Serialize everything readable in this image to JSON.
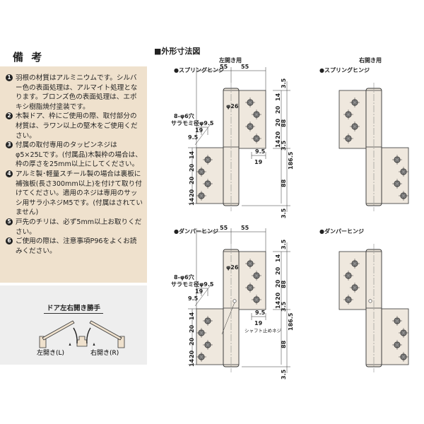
{
  "notes": {
    "title": "備 考",
    "items": [
      {
        "num": "1",
        "text": "羽根の材質はアルミニウムです。シルバー色の表面処理は、アルマイト処理となります。ブロンズ色の表面処理は、エポキシ樹脂焼付塗装です。"
      },
      {
        "num": "2",
        "text": "木製ドア、枠にご使用の際、取付部分の材質は、ラワン以上の堅木をご使用ください。"
      },
      {
        "num": "3",
        "text": "付属の取付専用のタッピンネジはφ5×25Lです。(付属品)木製枠の場合は、枠の厚さを25mm以上にしてください。"
      },
      {
        "num": "4",
        "text": "アルミ製･軽量スチール製の場合は裏板に補強板(長さ300mm以上)を付けて取り付けてください。適用のネジは専用のサッシ用サラ小ネジM5です。(付属はされていません)"
      },
      {
        "num": "5",
        "text": "戸先のチリは、必ず5mm以上お取りください。"
      },
      {
        "num": "6",
        "text": "ご使用の際は、注意事項P96をよくお読みください。"
      }
    ]
  },
  "door_hand": {
    "title": "ドア左右開き勝手",
    "left_label": "左開き(L)",
    "right_label": "右開き(R)",
    "fill_color": "#efe1cd"
  },
  "dimensions": {
    "title": "■外形寸法図",
    "left_column": "左開き用",
    "right_column": "右開き用",
    "spring_hinge": "●スプリングヒンジ",
    "damper_hinge": "●ダンパーヒンジ",
    "labels": {
      "leaf_width": "55",
      "gap_top": "3.5",
      "pitch_14": "14",
      "pitch_20": "20",
      "leaf_height": "88",
      "gap_mid": "3.5",
      "total_height": "186.5",
      "edge_9_5": "9.5",
      "offset_19": "19",
      "knuckle_dia": "φ26",
      "holes": "8-φ6穴",
      "countersink": "サラモミ径φ9.5",
      "gap_bottom": "3.5",
      "shaft_screw": "シャフト止めネジ"
    },
    "hinge_color": "#efe8de"
  }
}
